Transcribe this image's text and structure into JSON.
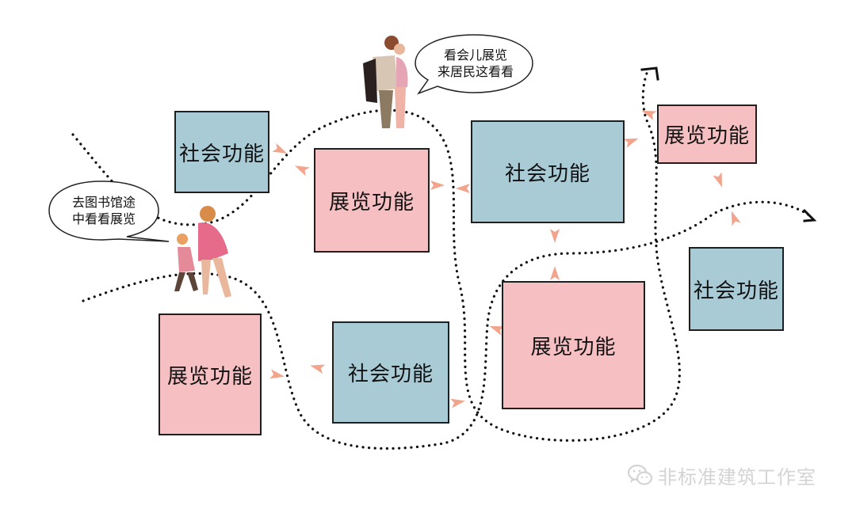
{
  "boxes": {
    "social_1": "社会功能",
    "exhibit_1": "展览功能",
    "social_2": "社会功能",
    "exhibit_2": "展览功能",
    "social_3": "社会功能",
    "exhibit_3": "展览功能",
    "exhibit_4": "展览功能",
    "social_4": "社会功能"
  },
  "bubbles": {
    "couple": {
      "line1": "看会儿展览",
      "line2": "来居民这看看"
    },
    "family": {
      "line1": "去图书馆途",
      "line2": "中看看展览"
    }
  },
  "watermark": {
    "text": "非标准建筑工作室",
    "icon": "wechat-icon"
  },
  "colors": {
    "social": "#a9cbd6",
    "exhibit": "#f6c0c3",
    "arrow": "#f2a48c",
    "path": "#111111"
  }
}
